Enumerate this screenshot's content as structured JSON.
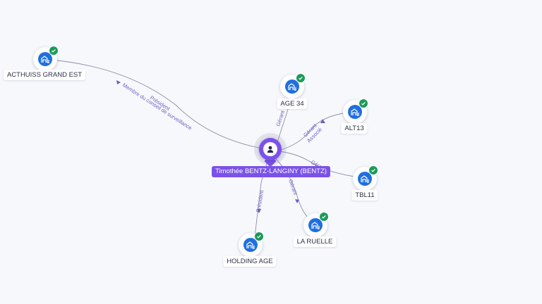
{
  "center": {
    "name": "Timothée BENTZ-LANGINY (BENTZ)",
    "icon": "person-icon",
    "color": "#7b52e8"
  },
  "companies": {
    "acthuiss": {
      "name": "ACTHUISS GRAND EST",
      "icon": "building-icon",
      "verified": true
    },
    "age34": {
      "name": "AGE 34",
      "icon": "building-icon",
      "verified": true
    },
    "alt13": {
      "name": "ALT13",
      "icon": "building-icon",
      "verified": true
    },
    "tbl11": {
      "name": "TBL11",
      "icon": "building-icon",
      "verified": true
    },
    "laruelle": {
      "name": "LA RUELLE",
      "icon": "building-icon",
      "verified": true
    },
    "holdingage": {
      "name": "HOLDING AGE",
      "icon": "building-icon",
      "verified": true
    }
  },
  "edges": {
    "acthuiss": {
      "roles": [
        "Président",
        "Membre du conseil de surveillance"
      ]
    },
    "age34": {
      "roles": [
        "Gérant"
      ]
    },
    "alt13": {
      "roles": [
        "Gérant",
        "Associé"
      ]
    },
    "tbl11": {
      "roles": [
        "Gérant"
      ]
    },
    "laruelle": {
      "roles": [
        "Gérant"
      ]
    },
    "holdingage": {
      "roles": [
        "Président"
      ]
    }
  },
  "colors": {
    "company_node": "#1f6fe0",
    "verified_badge": "#1c9a5a",
    "edge_line": "#8a8fa6",
    "edge_label": "#6a5fc1",
    "background": "#f7f8fc"
  }
}
